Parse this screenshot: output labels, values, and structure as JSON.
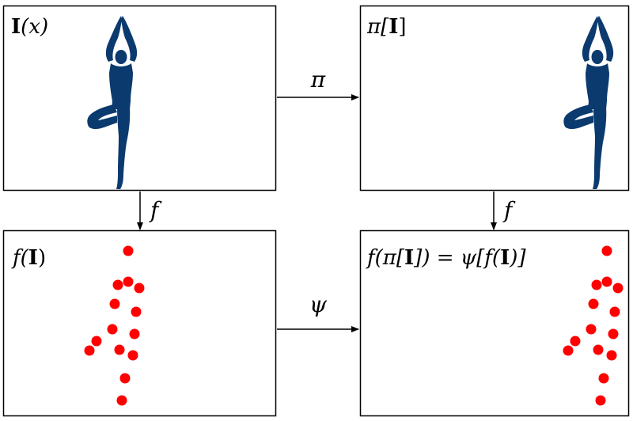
{
  "panels": {
    "image": {
      "label_bold": "I",
      "label_rest": "(x)"
    },
    "transformed_image": {
      "label_pre": "π[",
      "label_bold": "I",
      "label_post": "]"
    },
    "features": {
      "label_pre": "f(",
      "label_bold": "I",
      "label_post": ")"
    },
    "transformed_features": {
      "label_a": "f(π[",
      "label_b": "I",
      "label_c": "]) = ψ[f(",
      "label_d": "I",
      "label_e": ")]"
    }
  },
  "arrows": {
    "top": "π",
    "bottom": "ψ",
    "left": "f",
    "right": "f"
  },
  "colors": {
    "silhouette": "#0b3a6e",
    "keypoint": "#ff0000",
    "frame": "#000000"
  }
}
